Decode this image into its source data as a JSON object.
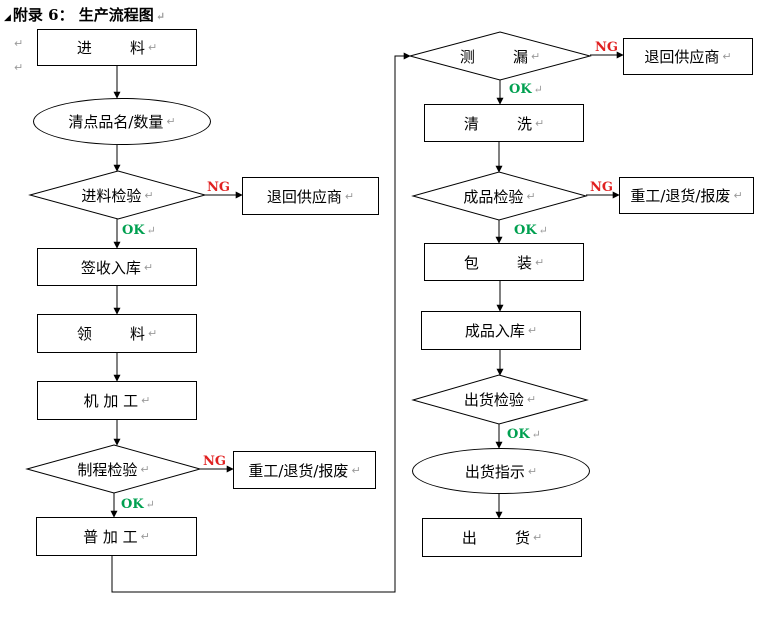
{
  "title": "附录 6：  生产流程图",
  "return_mark": "↵",
  "left_column": {
    "incoming": "进        料",
    "count_items": "清点品名/数量",
    "incoming_inspection": "进料检验",
    "return_supplier": "退回供应商",
    "sign_receive": "签收入库",
    "draw_material": "领        料",
    "machining": "机 加 工",
    "process_inspection": "制程检验",
    "rework_1": "重工/退货/报废",
    "general_process": "普 加 工"
  },
  "right_column": {
    "leak_test": "测        漏",
    "return_supplier": "退回供应商",
    "cleaning": "清        洗",
    "finished_inspection": "成品检验",
    "rework_2": "重工/退货/报废",
    "packing": "包        装",
    "finished_storage": "成品入库",
    "shipping_inspection": "出货检验",
    "shipping_instruction": "出货指示",
    "shipping": "出        货"
  },
  "labels": {
    "ng": "NG",
    "ok": "OK"
  }
}
